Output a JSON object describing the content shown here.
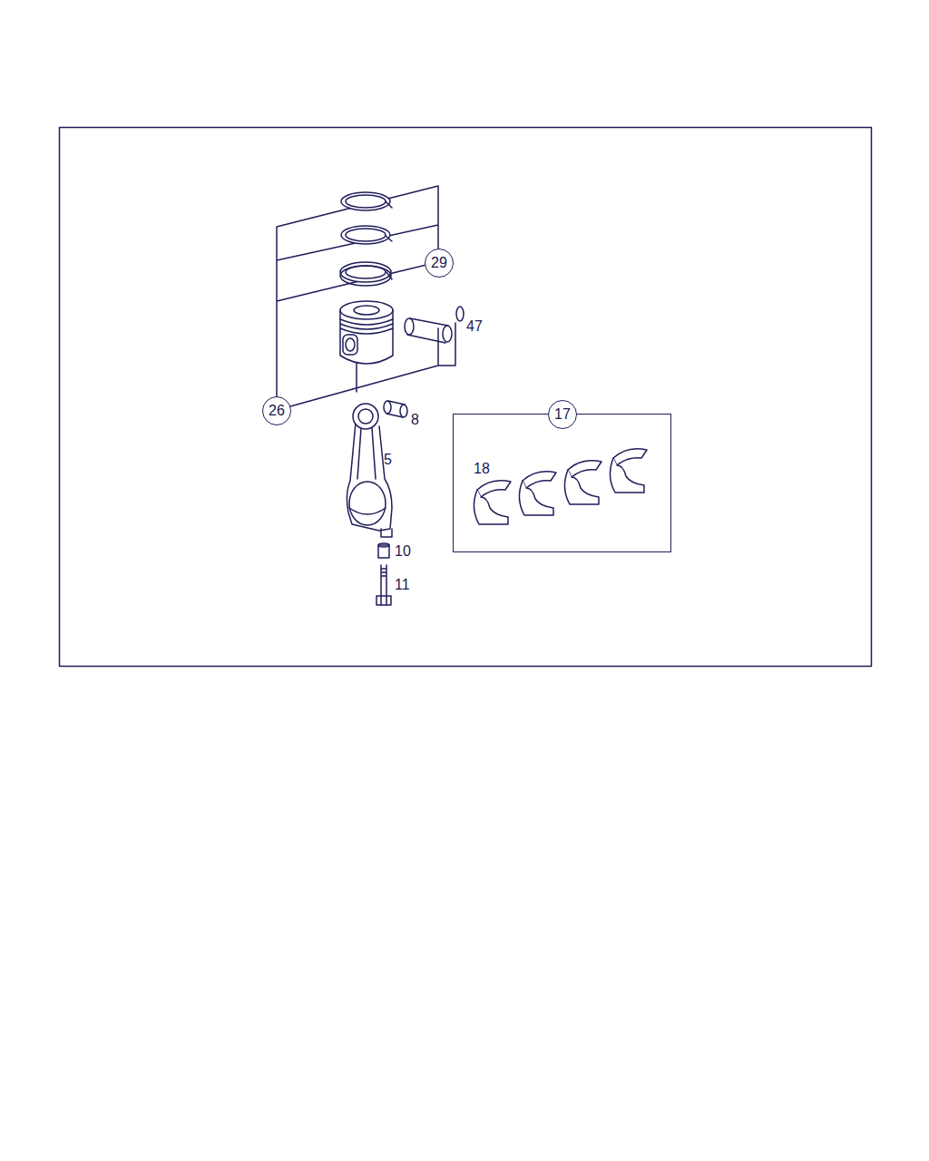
{
  "diagram": {
    "nodes": [
      {
        "text": [
          "29"
        ]
      },
      {
        "text": [
          "26"
        ]
      },
      {
        "text": [
          "17",
          "18"
        ]
      }
    ],
    "labels": [
      "47",
      "8",
      "5",
      "10",
      "11"
    ]
  }
}
